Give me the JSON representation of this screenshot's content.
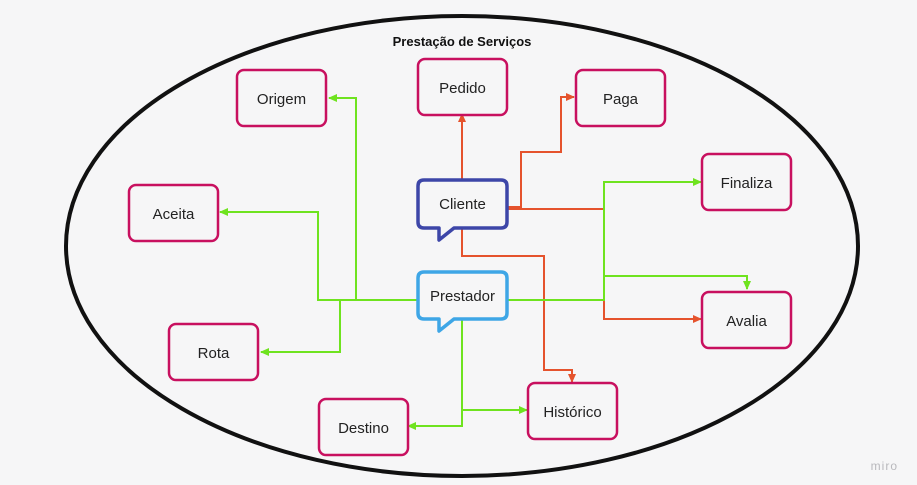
{
  "diagram": {
    "title": "Prestação de Serviços",
    "actors": [
      {
        "id": "cliente",
        "label": "Cliente",
        "color": "#3d46a8"
      },
      {
        "id": "prestador",
        "label": "Prestador",
        "color": "#3ea6e6"
      }
    ],
    "nodes": [
      {
        "id": "origem",
        "label": "Origem"
      },
      {
        "id": "pedido",
        "label": "Pedido"
      },
      {
        "id": "paga",
        "label": "Paga"
      },
      {
        "id": "finaliza",
        "label": "Finaliza"
      },
      {
        "id": "aceita",
        "label": "Aceita"
      },
      {
        "id": "avalia",
        "label": "Avalia"
      },
      {
        "id": "rota",
        "label": "Rota"
      },
      {
        "id": "destino",
        "label": "Destino"
      },
      {
        "id": "historico",
        "label": "Histórico"
      }
    ],
    "edges": [
      {
        "from": "cliente",
        "to": "pedido"
      },
      {
        "from": "cliente",
        "to": "paga"
      },
      {
        "from": "cliente",
        "to": "avalia"
      },
      {
        "from": "cliente",
        "to": "historico"
      },
      {
        "from": "prestador",
        "to": "origem"
      },
      {
        "from": "prestador",
        "to": "aceita"
      },
      {
        "from": "prestador",
        "to": "rota"
      },
      {
        "from": "prestador",
        "to": "finaliza"
      },
      {
        "from": "prestador",
        "to": "avalia"
      },
      {
        "from": "prestador",
        "to": "destino"
      },
      {
        "from": "prestador",
        "to": "historico"
      }
    ],
    "colors": {
      "cliente_edge": "#e5532d",
      "prestador_edge": "#6fe31f",
      "node_border": "#c8105f",
      "ellipse": "#111111"
    }
  },
  "watermark": "miro"
}
